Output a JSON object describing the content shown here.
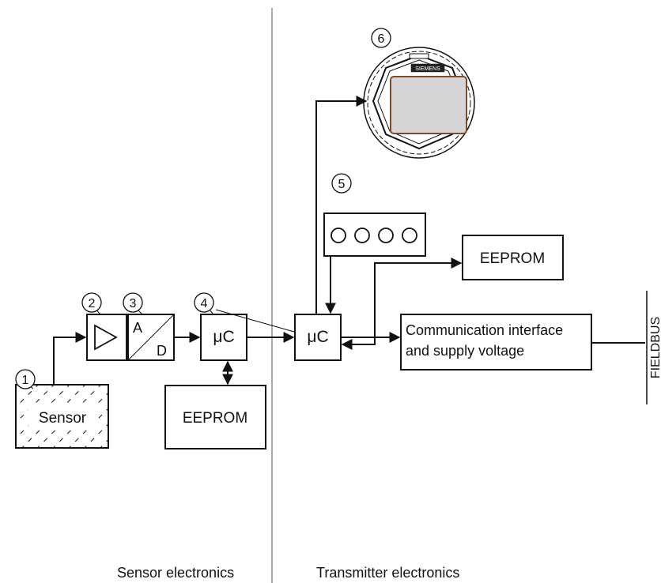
{
  "regions": {
    "sensor_label": "Sensor electronics",
    "transmitter_label": "Transmitter electronics"
  },
  "blocks": {
    "sensor": "Sensor",
    "adc_a": "A",
    "adc_d": "D",
    "mc_sensor": "μC",
    "mc_transmitter": "μC",
    "eeprom_sensor": "EEPROM",
    "eeprom_transmitter": "EEPROM",
    "comm_line1": "Communication interface",
    "comm_line2": "and supply voltage",
    "display_brand": "SIEMENS"
  },
  "bus_label": "FIELDBUS",
  "callouts": [
    "1",
    "2",
    "3",
    "4",
    "5",
    "6"
  ]
}
